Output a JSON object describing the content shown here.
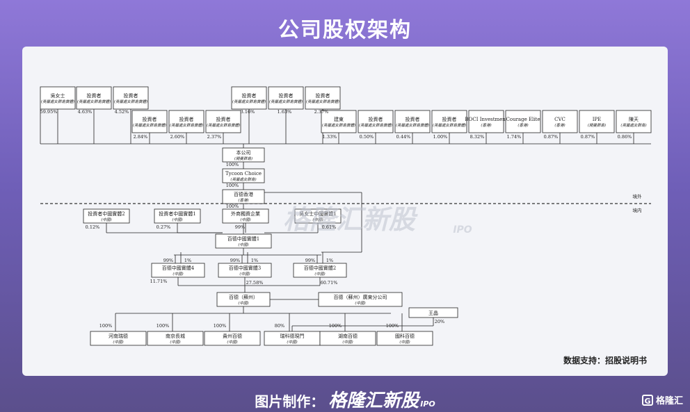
{
  "header": {
    "title": "公司股权架构"
  },
  "chart": {
    "zones": {
      "overseas": "境外",
      "domestic": "境内"
    },
    "watermark": {
      "brand": "格隆汇新股",
      "ipo": "IPO"
    },
    "top_row": [
      {
        "id": "T1",
        "name": "吳女士",
        "sub": "(英屬處女群島實體)",
        "pct": "59.95%"
      },
      {
        "id": "T2",
        "name": "投資者",
        "sub": "(英屬處女群島實體)",
        "pct": "4.63%"
      },
      {
        "id": "T3",
        "name": "投資者",
        "sub": "(英屬處女群島實體)",
        "pct": "4.52%"
      },
      {
        "id": "T4",
        "name": "投資者",
        "sub": "(英屬處女群島實體)",
        "pct": "3.16%"
      },
      {
        "id": "T5",
        "name": "投資者",
        "sub": "(英屬處女群島實體)",
        "pct": "1.63%"
      },
      {
        "id": "T6",
        "name": "投資者",
        "sub": "(英屬處女群島實體)",
        "pct": "2.37%"
      }
    ],
    "second_row": [
      {
        "id": "S1",
        "name": "投資者",
        "sub": "(英屬處女群島實體)",
        "pct": "2.84%"
      },
      {
        "id": "S2",
        "name": "投資者",
        "sub": "(英屬處女群島實體)",
        "pct": "2.60%"
      },
      {
        "id": "S3",
        "name": "投資者",
        "sub": "(英屬處女群島實體)",
        "pct": "2.37%"
      }
    ],
    "right_row": [
      {
        "id": "R1",
        "name": "建東",
        "sub": "(英屬處女群島實體)",
        "pct": "1.33%"
      },
      {
        "id": "R2",
        "name": "投資者",
        "sub": "(英屬處女群島實體)",
        "pct": "0.50%"
      },
      {
        "id": "R3",
        "name": "投資者",
        "sub": "(英屬處女群島實體)",
        "pct": "0.44%"
      },
      {
        "id": "R4",
        "name": "投資者",
        "sub": "(英屬處女群島實體)",
        "pct": "1.00%"
      },
      {
        "id": "R5",
        "name": "BOCI Investment",
        "sub": "(香港)",
        "pct": "8.32%"
      },
      {
        "id": "R6",
        "name": "Courage Elite",
        "sub": "(香港)",
        "pct": "1.74%"
      },
      {
        "id": "R7",
        "name": "CVC",
        "sub": "(香港)",
        "pct": "0.87%"
      },
      {
        "id": "R8",
        "name": "IPE",
        "sub": "(開曼群島)",
        "pct": "0.87%"
      },
      {
        "id": "R9",
        "name": "陳天",
        "sub": "(英屬處女群島)",
        "pct": "0.86%"
      }
    ],
    "company": {
      "name": "本公司",
      "sub": "(開曼群島)",
      "pct": "100%"
    },
    "tycoon": {
      "name": "Tycoon Choice",
      "sub": "(英屬處女群島)",
      "pct": "100%"
    },
    "hk": {
      "name": "百德香港",
      "sub": "(香港)",
      "pct": "100%"
    },
    "domestic_investors": [
      {
        "id": "D1",
        "name": "投資者中國實體2",
        "sub": "(中國)",
        "pct": "0.12%"
      },
      {
        "id": "D2",
        "name": "投資者中國實體1",
        "sub": "(中國)",
        "pct": "0.27%"
      },
      {
        "id": "D3",
        "name": "外商獨資企業",
        "sub": "(中國)",
        "pct": "99%"
      },
      {
        "id": "D4",
        "name": "吳女士中國實體1",
        "sub": "(中國)",
        "pct": "0.61%"
      }
    ],
    "cn_entity1": {
      "name": "百德中國實體1",
      "sub": "(中國)"
    },
    "cn_entities": [
      {
        "id": "C4",
        "name": "百德中國實體4",
        "sub": "(中國)",
        "pct_left": "99%",
        "pct_right": "1%",
        "pct_down": "11.71%"
      },
      {
        "id": "C3",
        "name": "百德中國實體3",
        "sub": "(中國)",
        "pct_left": "99%",
        "pct_right": "1%",
        "pct_down": "27.58%"
      },
      {
        "id": "C2",
        "name": "百德中國實體2",
        "sub": "(中國)",
        "pct_left": "99%",
        "pct_right": "1%",
        "pct_down": "60.71%"
      }
    ],
    "suzhou": {
      "name": "百德（蘇州）",
      "sub": "(中國)"
    },
    "suzhou_branch": {
      "name": "百德（蘇州）廣東分公司",
      "sub": "(中國)"
    },
    "wang": {
      "name": "王晶",
      "pct": "20%"
    },
    "subsidiaries": [
      {
        "id": "B1",
        "name": "河南瑞德",
        "sub": "(中國)",
        "pct": "100%"
      },
      {
        "id": "B2",
        "name": "南京長城",
        "sub": "(中國)",
        "pct": "100%"
      },
      {
        "id": "B3",
        "name": "貴州百德",
        "sub": "(中國)",
        "pct": "100%"
      },
      {
        "id": "B4",
        "name": "瑞科德現門",
        "sub": "(中國)",
        "pct": "80%"
      },
      {
        "id": "B5",
        "name": "湖南百德",
        "sub": "(中國)",
        "pct": "100%"
      },
      {
        "id": "B6",
        "name": "國科百德",
        "sub": "(中國)",
        "pct": "100%"
      }
    ]
  },
  "source": "数据支持：招股说明书",
  "footer": {
    "prefix": "图片制作：",
    "brand": "格隆汇新股",
    "ipo": "IPO",
    "corner": "格隆汇",
    "corner_icon": "G"
  }
}
